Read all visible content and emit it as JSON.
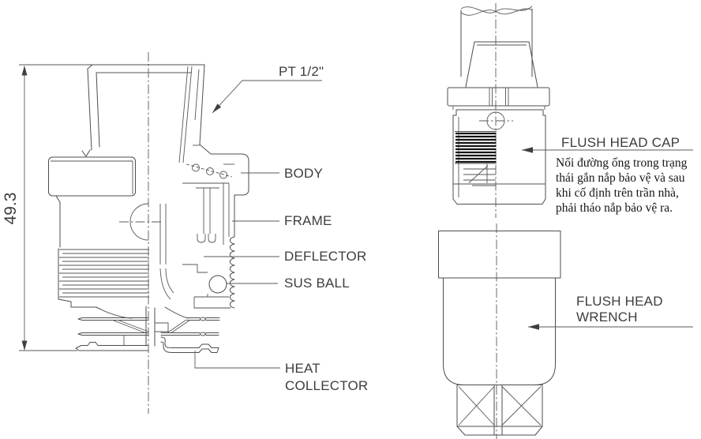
{
  "drawing": {
    "dimension": {
      "value": "49.3"
    },
    "section_labels": {
      "pt": "PT 1/2\"",
      "body": "BODY",
      "frame": "FRAME",
      "deflector": "DEFLECTOR",
      "sus_ball": "SUS BALL",
      "heat": "HEAT",
      "collector": "COLLECTOR"
    },
    "cap": {
      "label": "FLUSH HEAD CAP",
      "note_lines": [
        "Nối đường ống trong trạng",
        "thái gắn nắp bảo vệ và sau",
        "khi cố định trên trần nhà,",
        "phải tháo nắp bảo vệ ra."
      ]
    },
    "wrench": {
      "label_line1": "FLUSH HEAD",
      "label_line2": "WRENCH"
    },
    "colors": {
      "line": "#4d4d4d",
      "label_text": "#3d3d3d",
      "note_text": "#161616",
      "dark_fill": "#151515",
      "background": "#ffffff"
    }
  }
}
